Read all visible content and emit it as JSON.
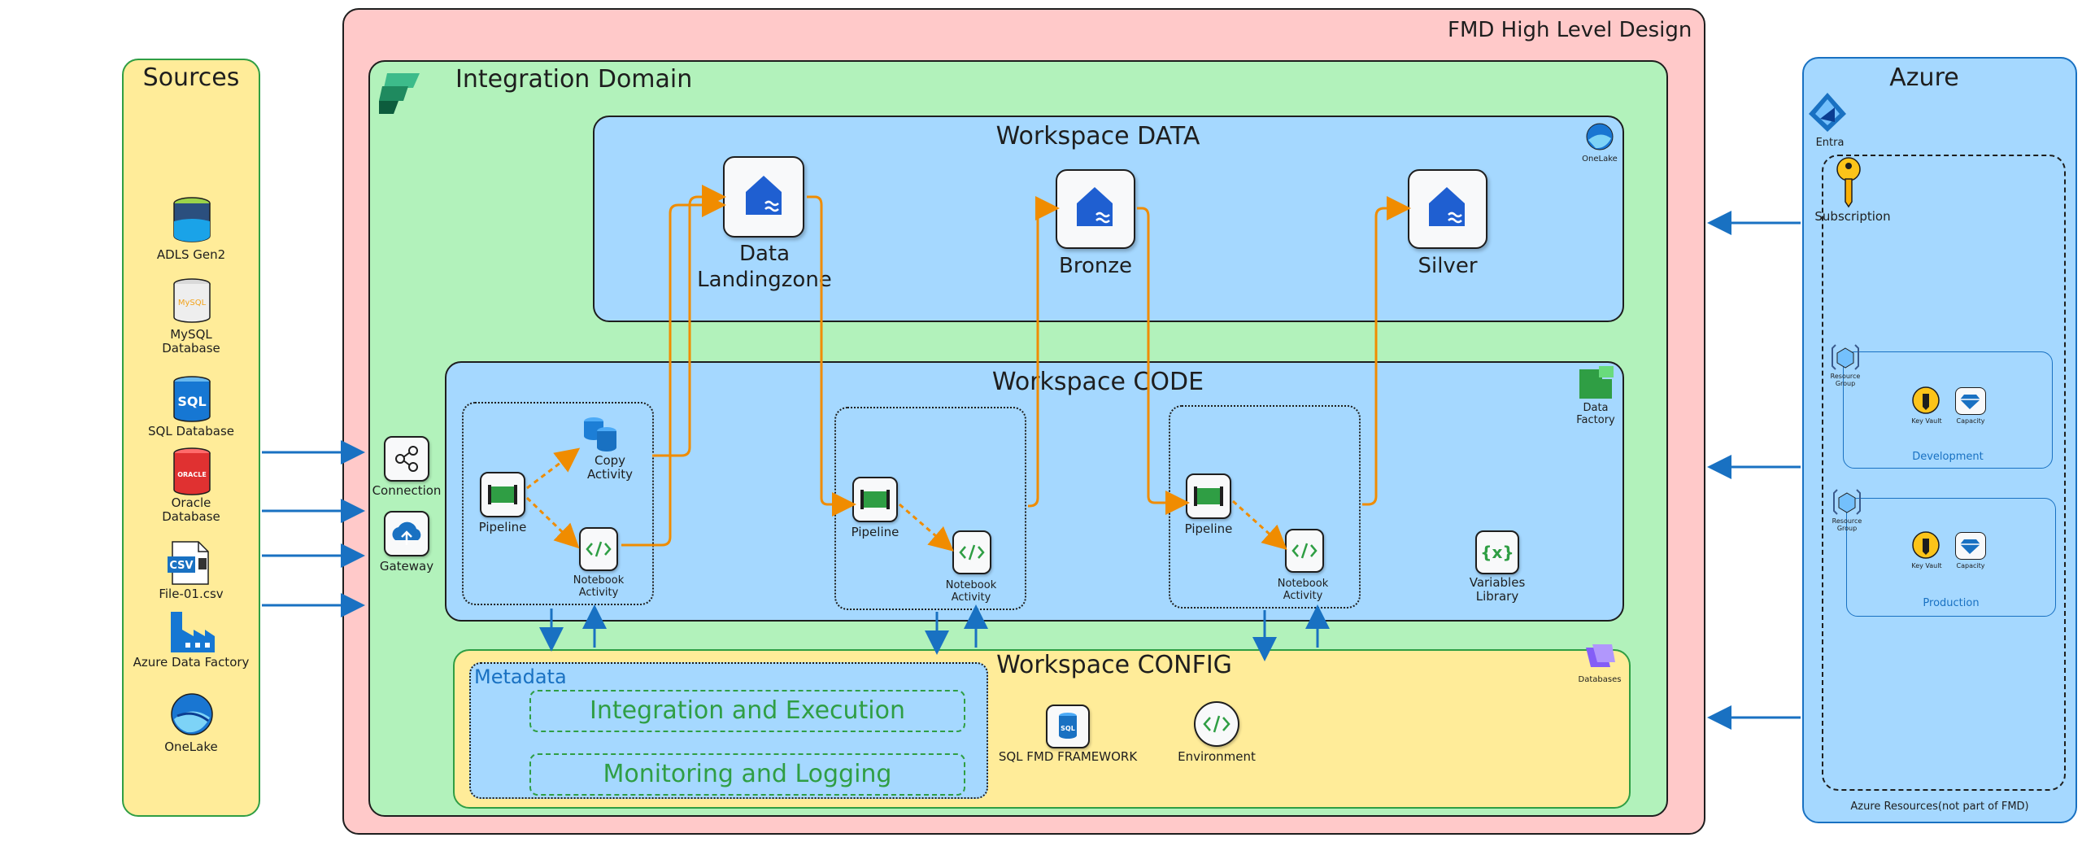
{
  "sources": {
    "title": "Sources",
    "items": [
      {
        "label": "ADLS Gen2",
        "icon": "adls-gen2-icon"
      },
      {
        "label": "MySQL\nDatabase",
        "icon": "mysql-database-icon"
      },
      {
        "label": "SQL Database",
        "icon": "sql-database-icon"
      },
      {
        "label": "Oracle\nDatabase",
        "icon": "oracle-database-icon"
      },
      {
        "label": "File-01.csv",
        "icon": "csv-file-icon"
      },
      {
        "label": "Azure Data Factory",
        "icon": "azure-data-factory-icon"
      },
      {
        "label": "OneLake",
        "icon": "onelake-icon"
      }
    ],
    "badge_text": {
      "mysql": "MySQL",
      "sql": "SQL",
      "oracle": "ORACLE",
      "csv": "CSV"
    }
  },
  "fmd": {
    "title": "FMD High Level Design"
  },
  "domain": {
    "title": "Integration Domain"
  },
  "connectors": {
    "connection": "Connection",
    "gateway": "Gateway"
  },
  "ws_data": {
    "title": "Workspace DATA",
    "onelake": "OneLake",
    "landing": "Data\nLandingzone",
    "bronze": "Bronze",
    "silver": "Silver"
  },
  "ws_code": {
    "title": "Workspace CODE",
    "data_factory": "Data\nFactory",
    "pipeline": "Pipeline",
    "copy_activity": "Copy\nActivity",
    "notebook_activity": "Notebook\nActivity",
    "variables_library": "Variables\nLibrary"
  },
  "ws_config": {
    "title": "Workspace CONFIG",
    "databases": "Databases",
    "metadata": "Metadata",
    "integration": "Integration and Execution",
    "monitoring": "Monitoring and Logging",
    "sql_framework": "SQL FMD FRAMEWORK",
    "environment": "Environment",
    "sql_badge": "SQL"
  },
  "azure": {
    "title": "Azure",
    "entra": "Entra",
    "subscription": "Subscription",
    "resource_group": "Resource\nGroup",
    "key_vault": "Key Vault",
    "capacity": "Capacity",
    "development": "Development",
    "production": "Production",
    "footer": "Azure Resources(not part of FMD)"
  },
  "colors": {
    "sources_bg": "#ffec99",
    "azure_bg": "#a5d8ff",
    "fmd_bg": "#ffc9c9",
    "domain_bg": "#b2f2bb",
    "arrow_blue": "#1971c2",
    "flow_orange": "#f08c00",
    "accent_green": "#2f9e44"
  }
}
